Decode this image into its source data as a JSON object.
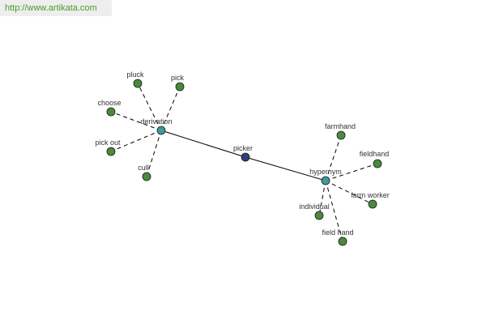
{
  "header": {
    "url": "http://www.artikata.com"
  },
  "colors": {
    "center_node": "#2f3f7a",
    "relation_node": "#3f9a9a",
    "leaf_node": "#4a8a3a",
    "edge": "#000000",
    "label": "#333333",
    "url_text": "#4a9a2a"
  },
  "graph": {
    "nodes": [
      {
        "id": "picker",
        "label": "picker",
        "kind": "center"
      },
      {
        "id": "derivation",
        "label": "derivation",
        "kind": "relation"
      },
      {
        "id": "hypernym",
        "label": "hypernym",
        "kind": "relation"
      },
      {
        "id": "pluck",
        "label": "pluck",
        "kind": "leaf"
      },
      {
        "id": "pick",
        "label": "pick",
        "kind": "leaf"
      },
      {
        "id": "choose",
        "label": "choose",
        "kind": "leaf"
      },
      {
        "id": "pick_out",
        "label": "pick out",
        "kind": "leaf"
      },
      {
        "id": "cull",
        "label": "cull",
        "kind": "leaf"
      },
      {
        "id": "farmhand",
        "label": "farmhand",
        "kind": "leaf"
      },
      {
        "id": "fieldhand",
        "label": "fieldhand",
        "kind": "leaf"
      },
      {
        "id": "farm_worker",
        "label": "farm worker",
        "kind": "leaf"
      },
      {
        "id": "individual",
        "label": "individual",
        "kind": "leaf"
      },
      {
        "id": "field_hand",
        "label": "field hand",
        "kind": "leaf"
      }
    ],
    "edges": [
      {
        "from": "derivation",
        "to": "picker",
        "style": "solid"
      },
      {
        "from": "picker",
        "to": "hypernym",
        "style": "solid"
      },
      {
        "from": "derivation",
        "to": "pluck",
        "style": "dashed"
      },
      {
        "from": "derivation",
        "to": "pick",
        "style": "dashed"
      },
      {
        "from": "derivation",
        "to": "choose",
        "style": "dashed"
      },
      {
        "from": "derivation",
        "to": "pick_out",
        "style": "dashed"
      },
      {
        "from": "derivation",
        "to": "cull",
        "style": "dashed"
      },
      {
        "from": "hypernym",
        "to": "farmhand",
        "style": "dashed"
      },
      {
        "from": "hypernym",
        "to": "fieldhand",
        "style": "dashed"
      },
      {
        "from": "hypernym",
        "to": "farm_worker",
        "style": "dashed"
      },
      {
        "from": "hypernym",
        "to": "individual",
        "style": "dashed"
      },
      {
        "from": "hypernym",
        "to": "field_hand",
        "style": "dashed"
      }
    ]
  }
}
